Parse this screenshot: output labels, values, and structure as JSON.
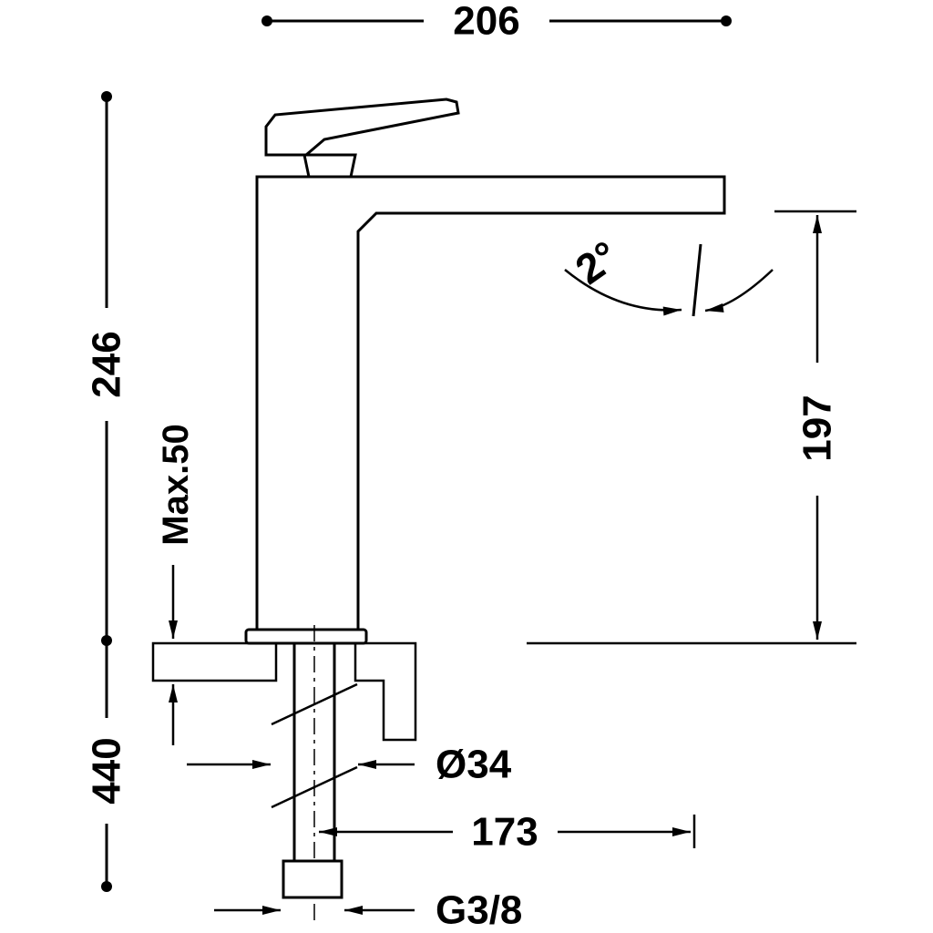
{
  "drawing": {
    "background": "#ffffff",
    "line_color": "#000000",
    "labels": {
      "width_top": "206",
      "height_body": "246",
      "height_total": "440",
      "max_mount_thickness": "Max.50",
      "spout_height": "197",
      "spout_angle": "2°",
      "hole_diameter": "Ø34",
      "spout_reach": "173",
      "thread_size": "G3/8"
    }
  }
}
